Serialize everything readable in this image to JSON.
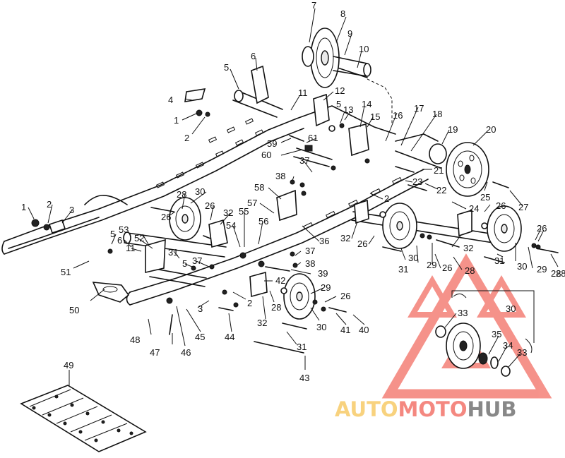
{
  "diagram": {
    "part_numbers": [
      "1",
      "2",
      "3",
      "4",
      "5",
      "6",
      "7",
      "8",
      "9",
      "10",
      "11",
      "12",
      "13",
      "14",
      "15",
      "16",
      "17",
      "18",
      "19",
      "20",
      "21",
      "22",
      "23",
      "24",
      "25",
      "26",
      "27",
      "28",
      "29",
      "30",
      "31",
      "32",
      "33",
      "34",
      "35",
      "36",
      "37",
      "38",
      "39",
      "40",
      "41",
      "42",
      "43",
      "44",
      "45",
      "46",
      "47",
      "48",
      "49",
      "50",
      "51",
      "52",
      "53",
      "54",
      "55",
      "56",
      "57",
      "58",
      "59",
      "60",
      "61"
    ],
    "callouts": [
      {
        "id": "7",
        "t": "7"
      },
      {
        "id": "8",
        "t": "8"
      },
      {
        "id": "9",
        "t": "9"
      },
      {
        "id": "10",
        "t": "10"
      },
      {
        "id": "6a",
        "t": "6"
      },
      {
        "id": "5a",
        "t": "5"
      },
      {
        "id": "4",
        "t": "4"
      },
      {
        "id": "1a",
        "t": "1"
      },
      {
        "id": "2a",
        "t": "2"
      },
      {
        "id": "11a",
        "t": "11"
      },
      {
        "id": "12",
        "t": "12"
      },
      {
        "id": "13",
        "t": "13"
      },
      {
        "id": "14",
        "t": "14"
      },
      {
        "id": "5b",
        "t": "5"
      },
      {
        "id": "15",
        "t": "15"
      },
      {
        "id": "16",
        "t": "16"
      },
      {
        "id": "17",
        "t": "17"
      },
      {
        "id": "18",
        "t": "18"
      },
      {
        "id": "19",
        "t": "19"
      },
      {
        "id": "20",
        "t": "20"
      },
      {
        "id": "61",
        "t": "61"
      },
      {
        "id": "59",
        "t": "59"
      },
      {
        "id": "60",
        "t": "60"
      },
      {
        "id": "37a",
        "t": "37"
      },
      {
        "id": "38a",
        "t": "38"
      },
      {
        "id": "21",
        "t": "21"
      },
      {
        "id": "22",
        "t": "22"
      },
      {
        "id": "23",
        "t": "23"
      },
      {
        "id": "2b",
        "t": "2"
      },
      {
        "id": "25",
        "t": "25"
      },
      {
        "id": "27",
        "t": "27"
      },
      {
        "id": "24",
        "t": "24"
      },
      {
        "id": "26a",
        "t": "26"
      },
      {
        "id": "26b",
        "t": "26"
      },
      {
        "id": "28a",
        "t": "28"
      },
      {
        "id": "58",
        "t": "58"
      },
      {
        "id": "57",
        "t": "57"
      },
      {
        "id": "55",
        "t": "55"
      },
      {
        "id": "56",
        "t": "56"
      },
      {
        "id": "54",
        "t": "54"
      },
      {
        "id": "32a",
        "t": "32"
      },
      {
        "id": "26c",
        "t": "26"
      },
      {
        "id": "30a",
        "t": "30"
      },
      {
        "id": "28b",
        "t": "28"
      },
      {
        "id": "26d",
        "t": "26"
      },
      {
        "id": "1b",
        "t": "1"
      },
      {
        "id": "2c",
        "t": "2"
      },
      {
        "id": "3a",
        "t": "3"
      },
      {
        "id": "5c",
        "t": "5"
      },
      {
        "id": "6b",
        "t": "6"
      },
      {
        "id": "53",
        "t": "53"
      },
      {
        "id": "52",
        "t": "52"
      },
      {
        "id": "11b",
        "t": "11"
      },
      {
        "id": "31a",
        "t": "31"
      },
      {
        "id": "5d",
        "t": "5"
      },
      {
        "id": "37b",
        "t": "37"
      },
      {
        "id": "51",
        "t": "51"
      },
      {
        "id": "36",
        "t": "36"
      },
      {
        "id": "37c",
        "t": "37"
      },
      {
        "id": "38b",
        "t": "38"
      },
      {
        "id": "39",
        "t": "39"
      },
      {
        "id": "42",
        "t": "42"
      },
      {
        "id": "32b",
        "t": "32"
      },
      {
        "id": "26e",
        "t": "26"
      },
      {
        "id": "30b",
        "t": "30"
      },
      {
        "id": "29a",
        "t": "29"
      },
      {
        "id": "31b",
        "t": "31"
      },
      {
        "id": "26f",
        "t": "26"
      },
      {
        "id": "28c",
        "t": "28"
      },
      {
        "id": "32c",
        "t": "32"
      },
      {
        "id": "30c",
        "t": "30"
      },
      {
        "id": "29b",
        "t": "29"
      },
      {
        "id": "28d",
        "t": "28"
      },
      {
        "id": "31c",
        "t": "31"
      },
      {
        "id": "50",
        "t": "50"
      },
      {
        "id": "3b",
        "t": "3"
      },
      {
        "id": "2d",
        "t": "2"
      },
      {
        "id": "28e",
        "t": "28"
      },
      {
        "id": "29c",
        "t": "29"
      },
      {
        "id": "26g",
        "t": "26"
      },
      {
        "id": "32d",
        "t": "32"
      },
      {
        "id": "30d",
        "t": "30"
      },
      {
        "id": "41",
        "t": "41"
      },
      {
        "id": "40",
        "t": "40"
      },
      {
        "id": "44",
        "t": "44"
      },
      {
        "id": "45",
        "t": "45"
      },
      {
        "id": "48",
        "t": "48"
      },
      {
        "id": "47",
        "t": "47"
      },
      {
        "id": "46",
        "t": "46"
      },
      {
        "id": "31d",
        "t": "31"
      },
      {
        "id": "43",
        "t": "43"
      },
      {
        "id": "49",
        "t": "49"
      },
      {
        "id": "30e",
        "t": "30"
      },
      {
        "id": "33a",
        "t": "33"
      },
      {
        "id": "35",
        "t": "35"
      },
      {
        "id": "34",
        "t": "34"
      },
      {
        "id": "33b",
        "t": "33"
      }
    ]
  },
  "watermark": {
    "brand": "AUTOMOTOHUB",
    "auto": "AUTO",
    "moto": "MOTO",
    "hub": "HUB",
    "colors": {
      "triangle": "#ee3a2c",
      "auto": "#f4b52a",
      "moto": "#ee3a2c",
      "hub": "#3a3a3a"
    }
  }
}
